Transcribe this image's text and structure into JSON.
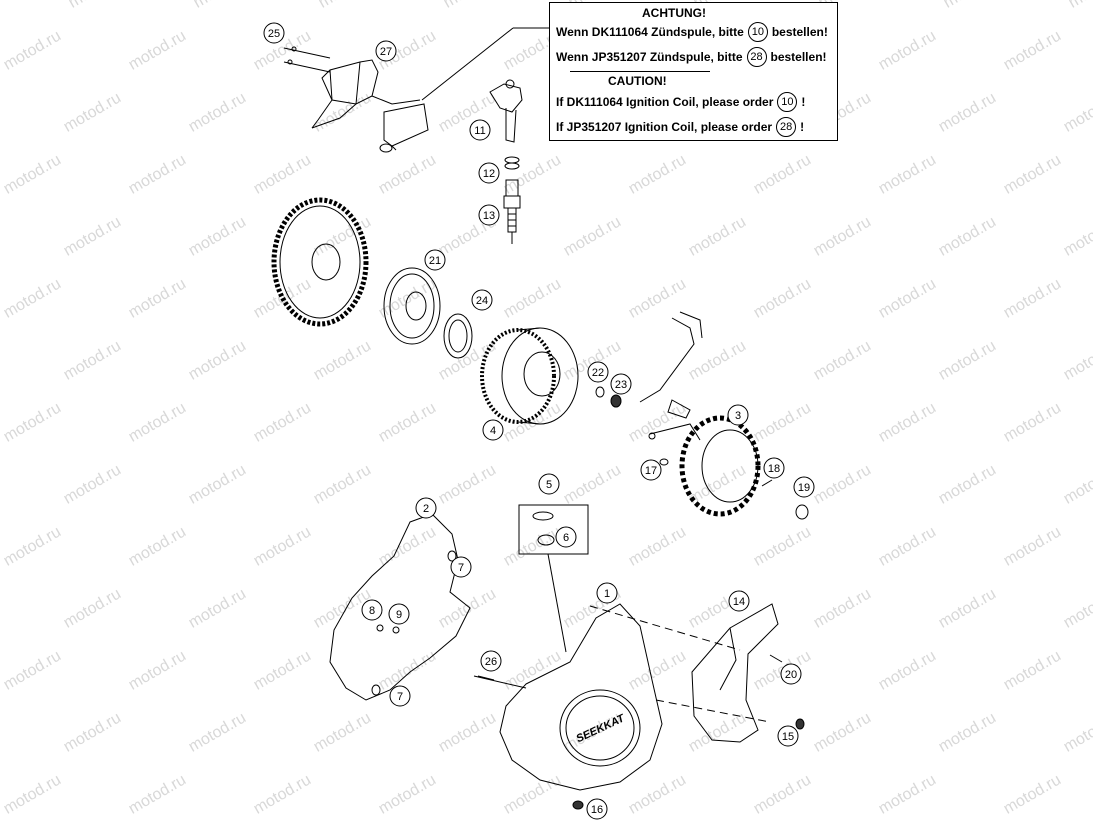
{
  "watermark": "motod.ru",
  "callouts": [
    "1",
    "2",
    "3",
    "4",
    "5",
    "6",
    "7",
    "7",
    "8",
    "9",
    "11",
    "12",
    "13",
    "14",
    "15",
    "16",
    "17",
    "18",
    "19",
    "20",
    "21",
    "22",
    "23",
    "24",
    "25",
    "26",
    "27"
  ],
  "note": {
    "de_title": "ACHTUNG!",
    "de_line1_pre": "Wenn DK111064 Zündspule, bitte",
    "de_line1_num": "10",
    "de_line1_post": "bestellen!",
    "de_line2_pre": "Wenn JP351207 Zündspule, bitte",
    "de_line2_num": "28",
    "de_line2_post": "bestellen!",
    "en_title": "CAUTION!",
    "en_line1_pre": "If DK111064 Ignition Coil, please order",
    "en_line1_num": "10",
    "en_line1_post": "!",
    "en_line2_pre": "If JP351207 Ignition Coil, please order",
    "en_line2_num": "28",
    "en_line2_post": "!"
  },
  "cover_logo": "SEEKKAT"
}
